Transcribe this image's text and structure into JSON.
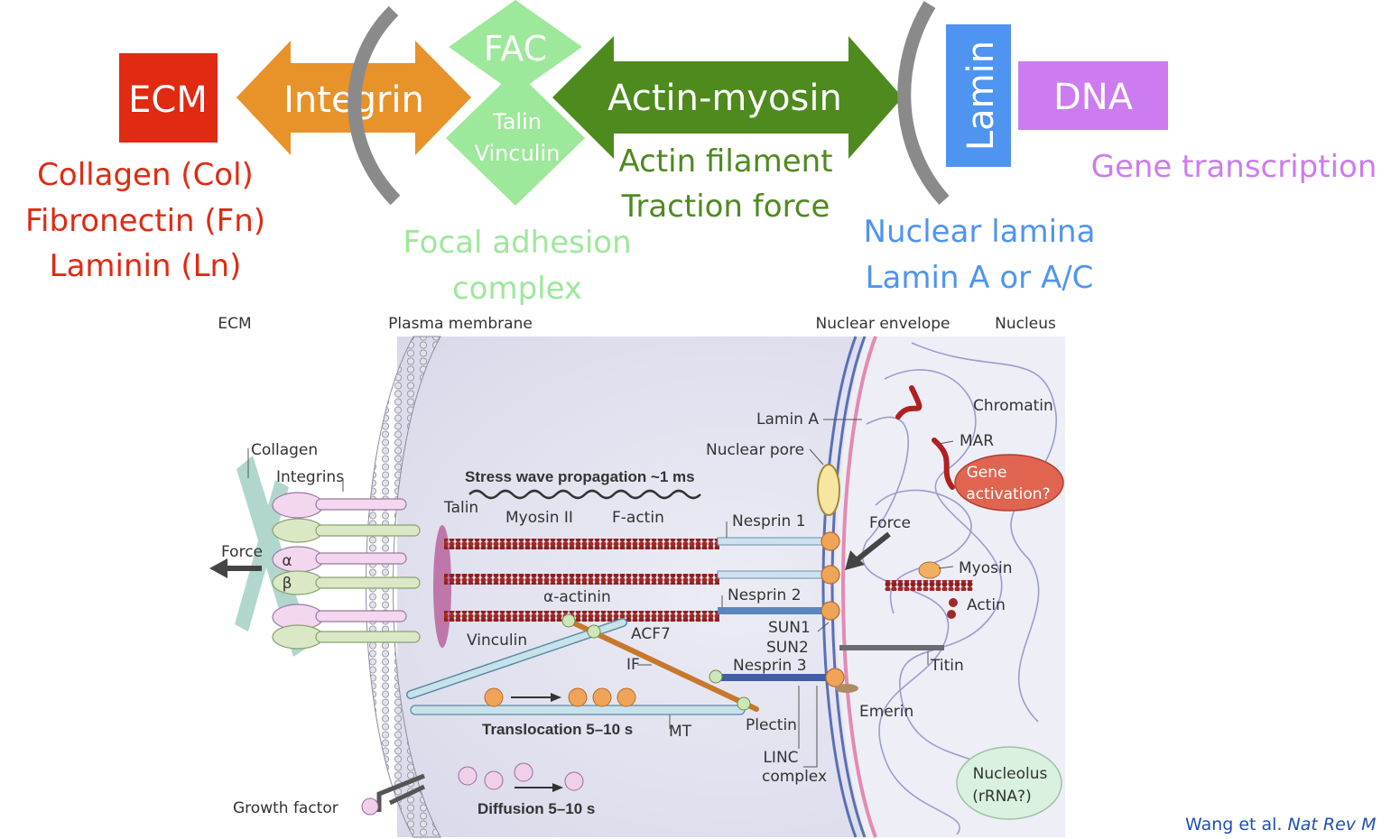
{
  "top": {
    "ecm_box": "ECM",
    "integrin_arrow": "Integrin",
    "fac_top": "FAC",
    "fac_talin": "Talin",
    "fac_vinculin": "Vinculin",
    "actomyosin_arrow": "Actin-myosin",
    "lamin_box": "Lamin",
    "dna_box": "DNA",
    "ecm_list": [
      "Collagen (Col)",
      "Fibronectin (Fn)",
      "Laminin (Ln)"
    ],
    "fac_caption": [
      "Focal adhesion",
      "complex"
    ],
    "actin_caption": [
      "Actin filament",
      "Traction force"
    ],
    "lamina_caption": [
      "Nuclear lamina",
      "Lamin A or A/C"
    ],
    "gene_caption": "Gene transcription"
  },
  "colors": {
    "ecm": "#e02a12",
    "integrin": "#e8922a",
    "fac": "#9de89a",
    "fac_text": "#9de89a",
    "actomyosin": "#4e8a1e",
    "lamin": "#4f94f0",
    "dna": "#cc7cf0",
    "bracket": "#8a8a8a",
    "citation": "#1f4fb4"
  },
  "figure": {
    "header_ecm": "ECM",
    "header_plasma": "Plasma membrane",
    "header_envelope": "Nuclear envelope",
    "header_nucleus": "Nucleus",
    "collagen": "Collagen",
    "integrins": "Integrins",
    "force_left": "Force",
    "alpha": "α",
    "beta": "β",
    "talin": "Talin",
    "stress_wave": "Stress wave propagation ~1 ms",
    "myosin2": "Myosin II",
    "factin": "F-actin",
    "alpha_actinin": "α-actinin",
    "vinculin": "Vinculin",
    "acf7": "ACF7",
    "if": "IF",
    "translocation": "Translocation 5–10 s",
    "mt": "MT",
    "plectin": "Plectin",
    "diffusion": "Diffusion 5–10 s",
    "growth_factor": "Growth factor",
    "lamin_a": "Lamin A",
    "nuclear_pore": "Nuclear pore",
    "nesprin1": "Nesprin 1",
    "nesprin2": "Nesprin 2",
    "nesprin3": "Nesprin 3",
    "sun1": "SUN1",
    "sun2": "SUN2",
    "linc": [
      "LINC",
      "complex"
    ],
    "chromatin": "Chromatin",
    "mar": "MAR",
    "gene_activation": [
      "Gene",
      "activation?"
    ],
    "force_right": "Force",
    "myosin": "Myosin",
    "actin": "Actin",
    "titin": "Titin",
    "emerin": "Emerin",
    "nucleolus": [
      "Nucleolus",
      "(rRNA?)"
    ]
  },
  "citation": {
    "authors": "Wang et al. ",
    "journal": "Nat Rev M"
  }
}
